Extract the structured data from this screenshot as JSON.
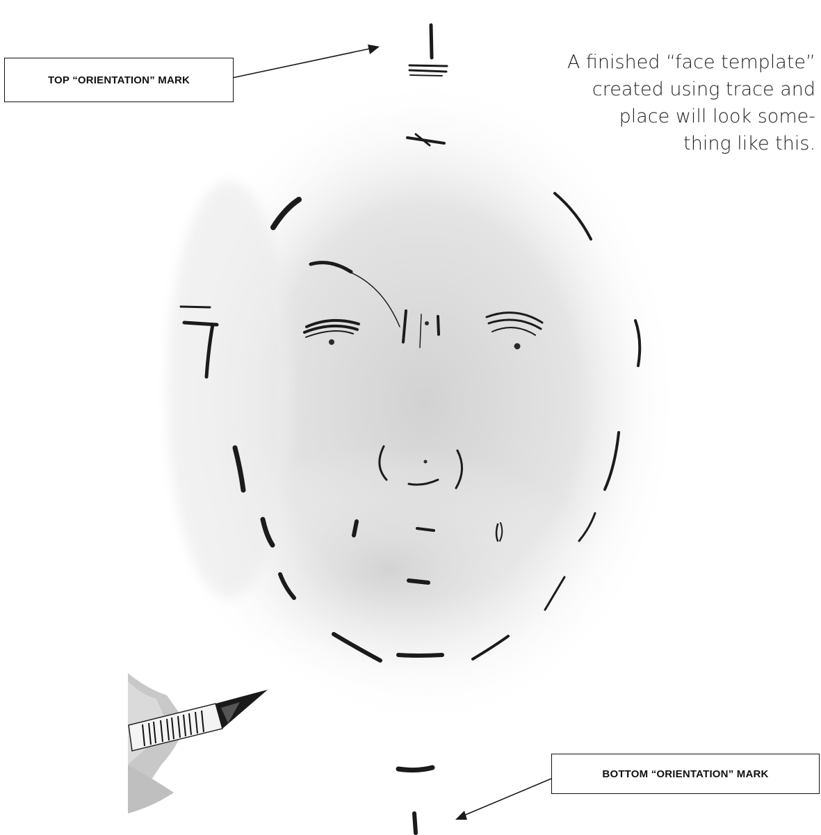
{
  "top_label": "TOP “ORIENTATION” MARK",
  "bottom_label": "BOTTOM “ORIENTATION” MARK",
  "caption_lines": [
    "A finished “face template”",
    "created using trace and",
    "place will look some-",
    "thing like this."
  ],
  "colors": {
    "ink": "#1b1b1b",
    "paper": "#ffffff",
    "shadow": "#d6d6d6"
  }
}
